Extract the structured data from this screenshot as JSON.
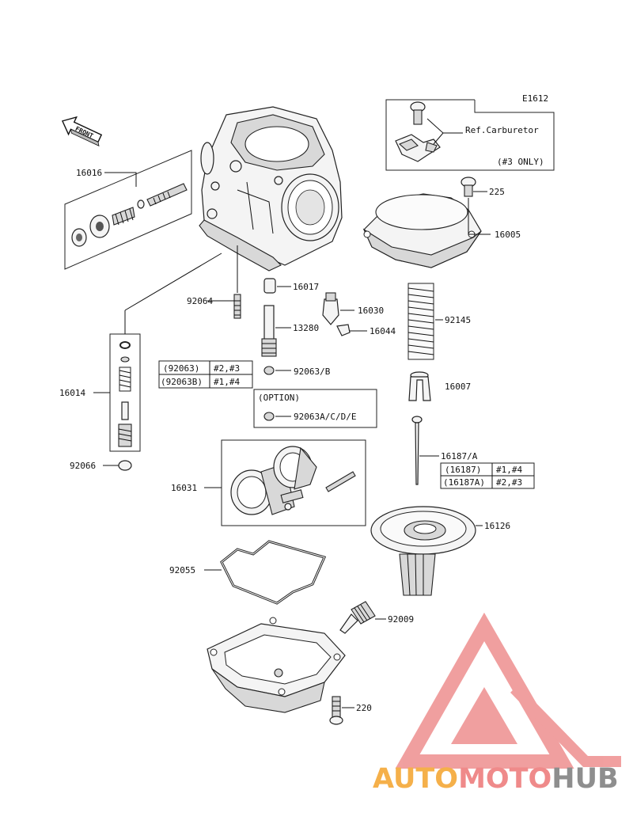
{
  "diagram_code": "E1612",
  "front_label": "FRONT",
  "ref_box": {
    "text": "Ref.Carburetor",
    "note": "(#3 ONLY)"
  },
  "labels": {
    "p16016": "16016",
    "p225": "225",
    "p16005": "16005",
    "p16017": "16017",
    "p92064": "92064",
    "p16030": "16030",
    "p13280": "13280",
    "p16044": "16044",
    "p92145": "92145",
    "p92063b": "92063/B",
    "p16014": "16014",
    "p16007": "16007",
    "option": "(OPTION)",
    "p92063acde": "92063A/C/D/E",
    "p92066": "92066",
    "p16187a": "16187/A",
    "p16031": "16031",
    "p16126": "16126",
    "p92055": "92055",
    "p92009": "92009",
    "p220": "220"
  },
  "table_92063": [
    [
      "(92063)",
      "#2,#3"
    ],
    [
      "(92063B)",
      "#1,#4"
    ]
  ],
  "table_16187": [
    [
      "(16187)",
      "#1,#4"
    ],
    [
      "(16187A)",
      "#2,#3"
    ]
  ],
  "watermark": {
    "auto": "AUTO",
    "moto": "MOTO",
    "hub": "HUB",
    "colors": {
      "auto": "#f5b04a",
      "moto": "#ef8a8a",
      "hub": "#8e8e8e",
      "triangle": "#ee8f8f"
    }
  }
}
